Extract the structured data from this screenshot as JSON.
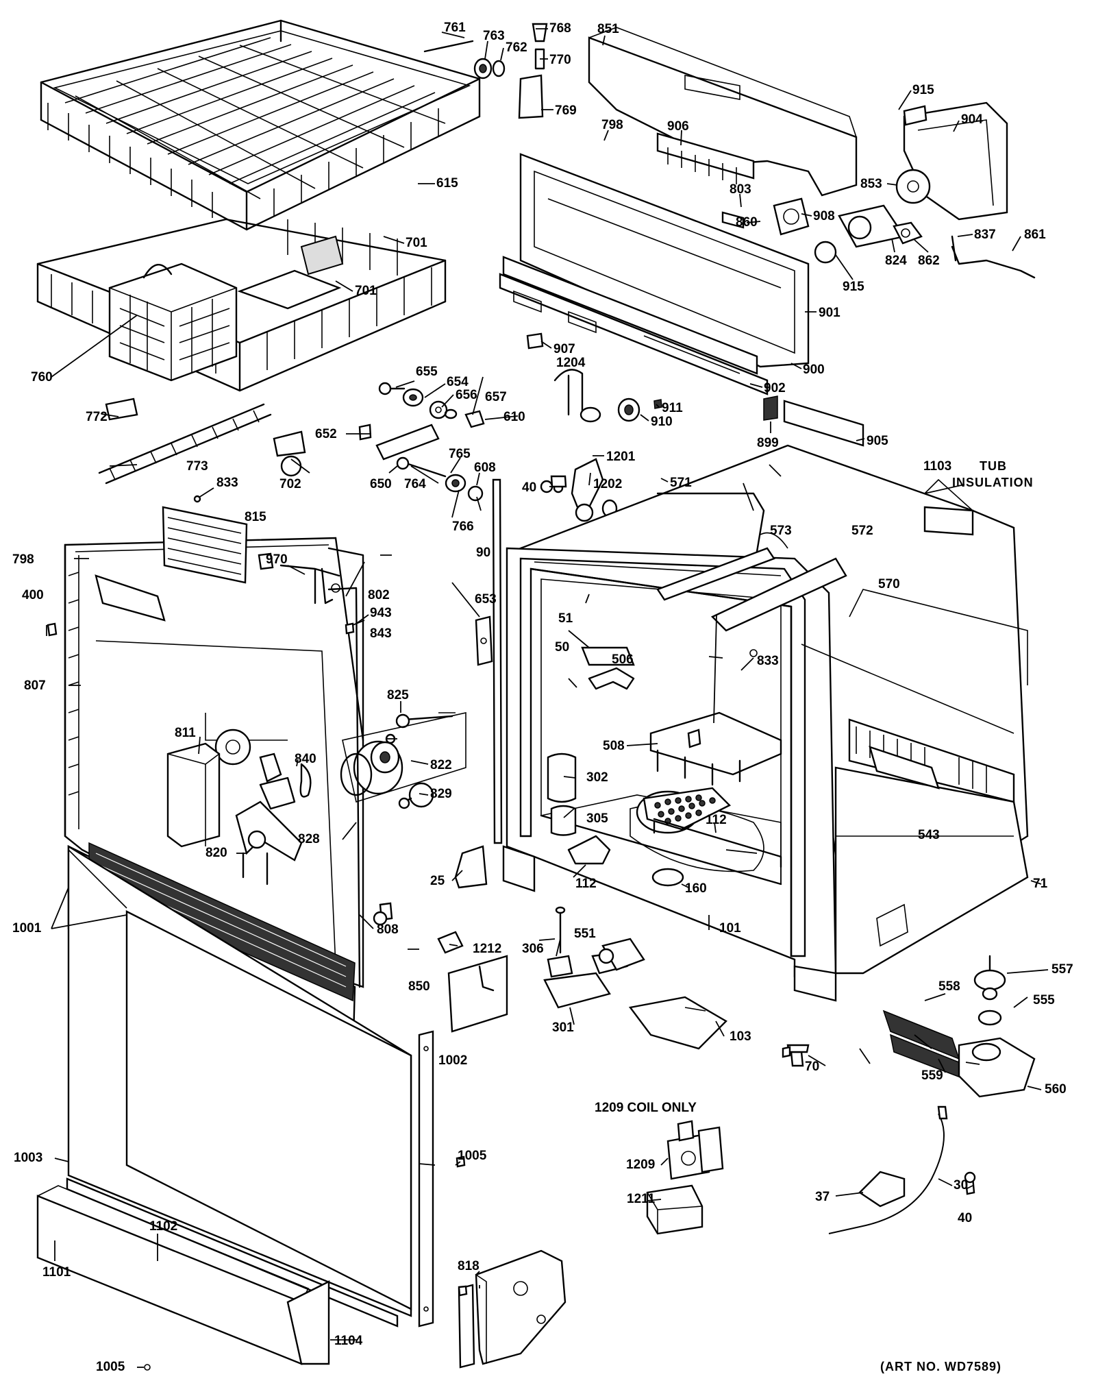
{
  "art_number": "(ART NO. WD7589)",
  "notes": {
    "tub_insulation_line1": "TUB",
    "tub_insulation_line2": "INSULATION",
    "coil_only": "1209 COIL ONLY"
  },
  "callouts": {
    "c761": "761",
    "c763": "763",
    "c762": "762",
    "c768": "768",
    "c770": "770",
    "c769": "769",
    "c851": "851",
    "c915a": "915",
    "c904": "904",
    "c798a": "798",
    "c906": "906",
    "c615": "615",
    "c853": "853",
    "c803": "803",
    "c860": "860",
    "c908": "908",
    "c837": "837",
    "c861": "861",
    "c862": "862",
    "c824": "824",
    "c915b": "915",
    "c701a": "701",
    "c701b": "701",
    "c901": "901",
    "c760": "760",
    "c907": "907",
    "c1204": "1204",
    "c900": "900",
    "c655": "655",
    "c654": "654",
    "c656": "656",
    "c657": "657",
    "c610": "610",
    "c902": "902",
    "c911": "911",
    "c910": "910",
    "c772": "772",
    "c652": "652",
    "c899": "899",
    "c905": "905",
    "c1201": "1201",
    "c765": "765",
    "c608": "608",
    "c702": "702",
    "c650": "650",
    "c764": "764",
    "c766": "766",
    "c40a": "40",
    "c1202": "1202",
    "c571": "571",
    "c1103": "1103",
    "c773": "773",
    "c833a": "833",
    "c815": "815",
    "c573": "573",
    "c572": "572",
    "c798b": "798",
    "c970": "970",
    "c90": "90",
    "c570": "570",
    "c802": "802",
    "c400": "400",
    "c943": "943",
    "c653": "653",
    "c51": "51",
    "c843": "843",
    "c50": "50",
    "c506": "506",
    "c833b": "833",
    "c807": "807",
    "c825": "825",
    "c811": "811",
    "c840": "840",
    "c508": "508",
    "c822": "822",
    "c302": "302",
    "c829": "829",
    "c305": "305",
    "c828": "828",
    "c112a": "112",
    "c820": "820",
    "c543": "543",
    "c25": "25",
    "c112b": "112",
    "c160": "160",
    "c71": "71",
    "c1001": "1001",
    "c101": "101",
    "c808": "808",
    "c551": "551",
    "c1212": "1212",
    "c306": "306",
    "c557": "557",
    "c850": "850",
    "c558": "558",
    "c555": "555",
    "c301": "301",
    "c103": "103",
    "c1002": "1002",
    "c70": "70",
    "c559": "559",
    "c560": "560",
    "c1209a": "1209",
    "c1003": "1003",
    "c1005a": "1005",
    "c37": "37",
    "c30": "30",
    "c1211": "1211",
    "c40b": "40",
    "c1102": "1102",
    "c1101": "1101",
    "c818": "818",
    "c1005b": "1005",
    "c1104": "1104"
  }
}
